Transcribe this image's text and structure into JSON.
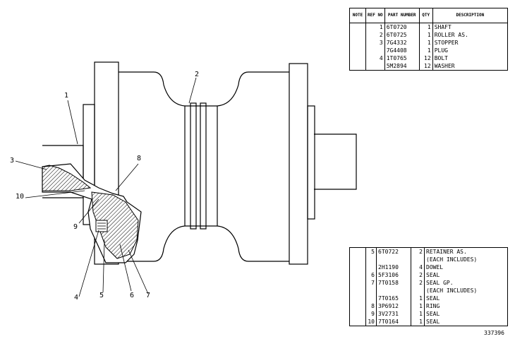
{
  "parts_table_top": {
    "headers": [
      "NOTE",
      "REF NO",
      "PART NUMBER",
      "QTY",
      "DESCRIPTION"
    ],
    "rows": [
      {
        "note": "",
        "ref": "1",
        "part": "6T0720",
        "qty": "1",
        "desc": "SHAFT"
      },
      {
        "note": "",
        "ref": "2",
        "part": "6T0725",
        "qty": "1",
        "desc": "ROLLER AS."
      },
      {
        "note": "",
        "ref": "3",
        "part": "7G4332",
        "qty": "1",
        "desc": "STOPPER"
      },
      {
        "note": "",
        "ref": "",
        "part": "7G4408",
        "qty": "1",
        "desc": "PLUG"
      },
      {
        "note": "",
        "ref": "4",
        "part": "1T0765",
        "qty": "12",
        "desc": "BOLT"
      },
      {
        "note": "",
        "ref": "",
        "part": "5M2894",
        "qty": "12",
        "desc": "WASHER"
      }
    ]
  },
  "parts_table_bottom": {
    "rows": [
      {
        "note": "",
        "ref": "5",
        "part": "6T0722",
        "qty": "2",
        "desc": "RETAINER AS."
      },
      {
        "note": "",
        "ref": "",
        "part": "",
        "qty": "",
        "desc": "(EACH INCLUDES)"
      },
      {
        "note": "",
        "ref": "",
        "part": "2H1190",
        "qty": "4",
        "desc": "DOWEL"
      },
      {
        "note": "",
        "ref": "6",
        "part": "5F3106",
        "qty": "2",
        "desc": "SEAL"
      },
      {
        "note": "",
        "ref": "7",
        "part": "7T0158",
        "qty": "2",
        "desc": "SEAL GP."
      },
      {
        "note": "",
        "ref": "",
        "part": "",
        "qty": "",
        "desc": "(EACH INCLUDES)"
      },
      {
        "note": "",
        "ref": "",
        "part": "7T0165",
        "qty": "1",
        "desc": "SEAL"
      },
      {
        "note": "",
        "ref": "8",
        "part": "3P6912",
        "qty": "1",
        "desc": "RING"
      },
      {
        "note": "",
        "ref": "9",
        "part": "3V2731",
        "qty": "1",
        "desc": "SEAL"
      },
      {
        "note": "",
        "ref": "10",
        "part": "7T0164",
        "qty": "1",
        "desc": "SEAL"
      }
    ]
  },
  "callouts": [
    "1",
    "2",
    "3",
    "4",
    "5",
    "6",
    "7",
    "8",
    "9",
    "10"
  ],
  "figure_number": "337396"
}
